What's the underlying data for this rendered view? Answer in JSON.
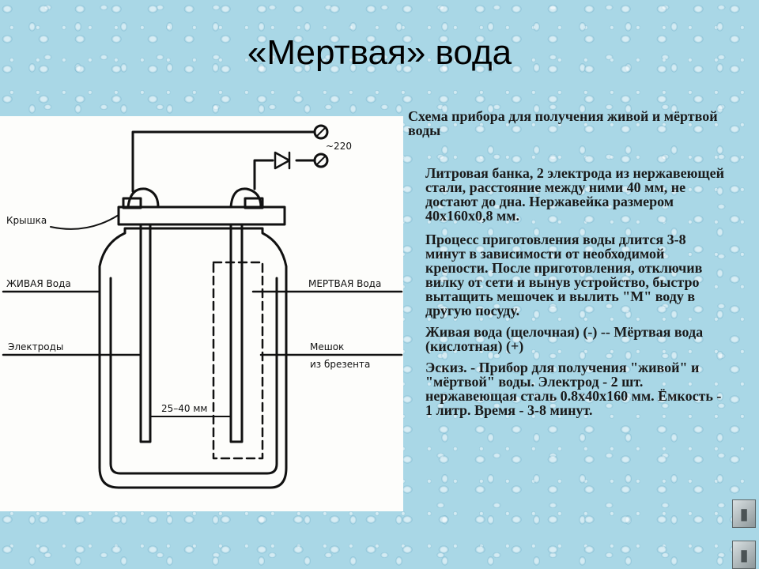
{
  "slide": {
    "title": "«Мертвая» вода"
  },
  "diagram": {
    "labels": {
      "voltage": "~220",
      "lid": "Крышка",
      "live_water": "ЖИВАЯ Вода",
      "dead_water": "МЕРТВАЯ Вода",
      "electrodes": "Электроды",
      "bag_line1": "Мешок",
      "bag_line2": "из брезента",
      "distance": "25–40 мм"
    }
  },
  "caption": {
    "heading": "Схема прибора для получения живой и мёртвой воды",
    "paragraphs": [
      "Литровая банка, 2 электрода из нержавеющей стали, расстояние между ними 40 мм, не достают до дна. Нержавейка размером 40х160х0,8 мм.",
      "Процесс приготовления воды длится 3-8 минут в зависимости от необходимой крепости. После приготовления, отключив вилку от сети и вынув устройство, быстро вытащить мешочек и вылить \"М\" воду в другую посуду.",
      "Живая вода (щелочная) (-) -- Мёртвая вода (кислотная) (+)",
      "Эскиз. - Прибор для получения \"живой\" и \"мёртвой\" воды. Электрод - 2 шт. нержавеющая сталь 0.8х40х160 мм. Ёмкость - 1 литр. Время - 3-8 минут."
    ]
  },
  "nav": {
    "icon": "page-icon"
  }
}
